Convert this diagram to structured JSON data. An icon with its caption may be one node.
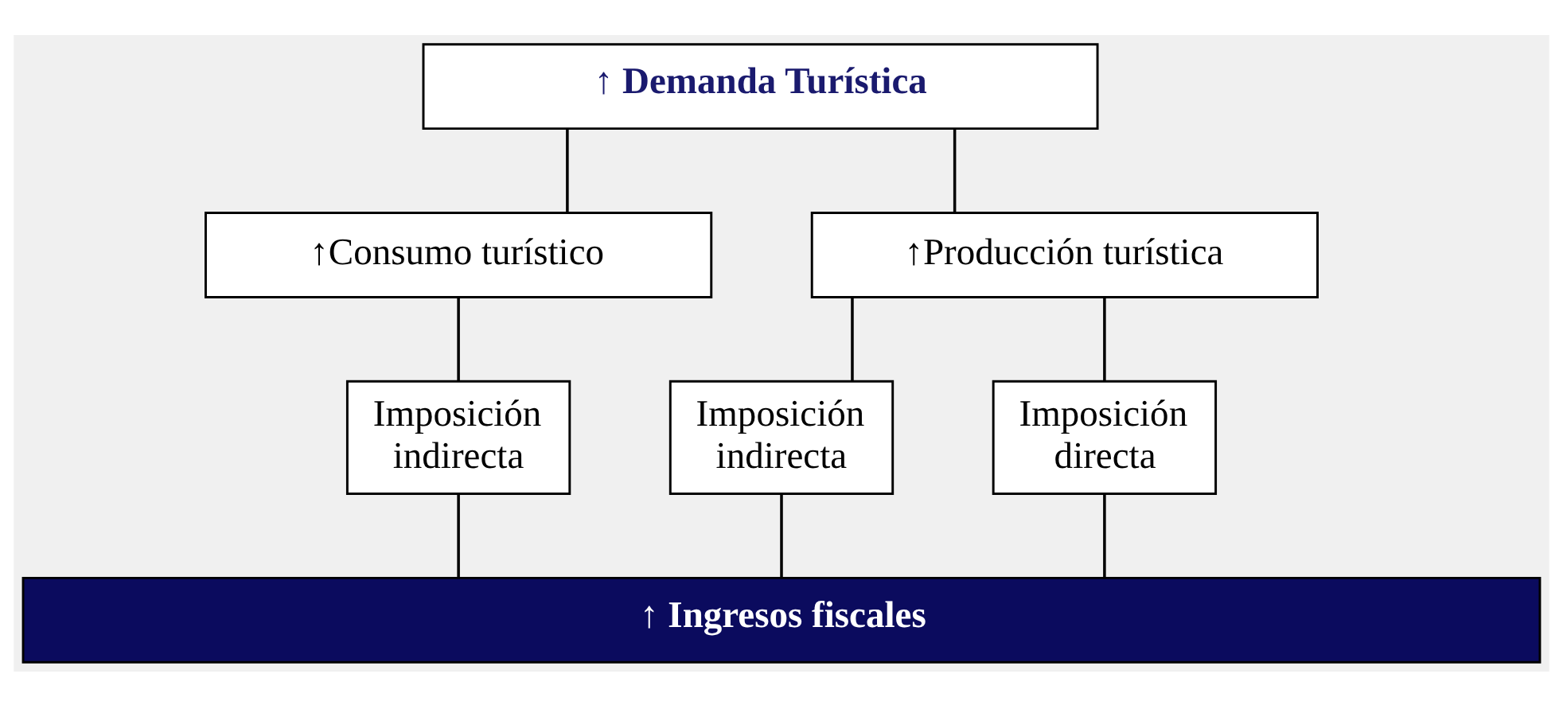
{
  "diagram": {
    "nodes": [
      {
        "text": [
          "↑ Demanda Turística"
        ]
      },
      {
        "text": [
          "↑Consumo turístico"
        ]
      },
      {
        "text": [
          "↑Producción turística"
        ]
      },
      {
        "text": [
          "Imposición indirecta"
        ]
      },
      {
        "text": [
          "Imposición indirecta"
        ]
      },
      {
        "text": [
          "Imposición directa"
        ]
      },
      {
        "text": [
          "↑ Ingresos fiscales"
        ]
      }
    ],
    "edges": [
      {
        "from": 0,
        "to": 1,
        "arrow": "none"
      },
      {
        "from": 0,
        "to": 2,
        "arrow": "none"
      },
      {
        "from": 1,
        "to": 3,
        "arrow": "none"
      },
      {
        "from": 2,
        "to": 4,
        "arrow": "none"
      },
      {
        "from": 2,
        "to": 5,
        "arrow": "none"
      },
      {
        "from": 3,
        "to": 6,
        "arrow": "none"
      },
      {
        "from": 4,
        "to": 6,
        "arrow": "none"
      },
      {
        "from": 5,
        "to": 6,
        "arrow": "none"
      }
    ]
  }
}
